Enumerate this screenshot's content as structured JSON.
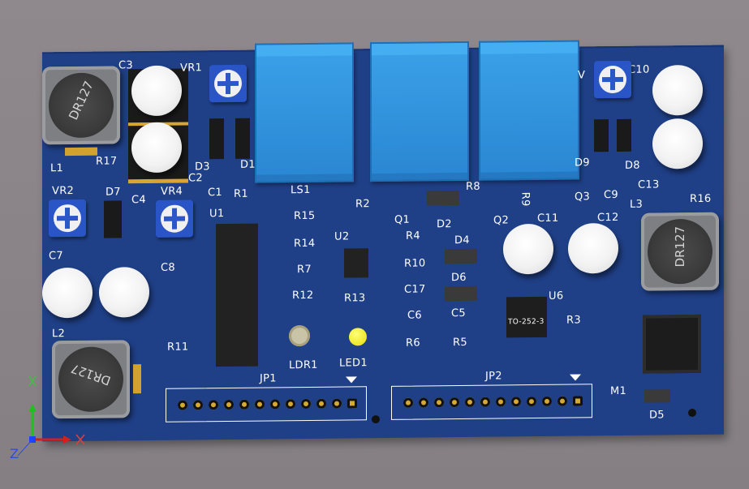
{
  "board": {
    "designators": {
      "C3": "C3",
      "VR1": "VR1",
      "L1": "L1",
      "R17": "R17",
      "D3": "D3",
      "D1": "D1",
      "C2": "C2",
      "C1": "C1",
      "R1": "R1",
      "VR2": "VR2",
      "D7": "D7",
      "C4": "C4",
      "VR4": "VR4",
      "U1": "U1",
      "C7": "C7",
      "C8": "C8",
      "L2": "L2",
      "R11": "R11",
      "LS1": "LS1",
      "R15": "R15",
      "R14": "R14",
      "R7": "R7",
      "R12": "R12",
      "U2": "U2",
      "R13": "R13",
      "LDR1": "LDR1",
      "LED1": "LED1",
      "R2": "R2",
      "Q1": "Q1",
      "D2": "D2",
      "R8": "R8",
      "R4": "R4",
      "R10": "R10",
      "C17": "C17",
      "C6": "C6",
      "R6": "R6",
      "D4": "D4",
      "D6": "D6",
      "C5": "C5",
      "R5": "R5",
      "Q2": "Q2",
      "C11": "C11",
      "C12": "C12",
      "R9": "R9",
      "Q3": "Q3",
      "C9": "C9",
      "D9": "D9",
      "D8": "D8",
      "C10": "C10",
      "C13": "C13",
      "R16": "R16",
      "L3": "L3",
      "U6": "U6",
      "R3": "R3",
      "M1": "M1",
      "D5": "D5",
      "JP1": "JP1",
      "JP2": "JP2",
      "V": "V"
    },
    "inductor_marking": "DR127",
    "package_label": "TO-252-3",
    "colors": {
      "board": "#1f3f86",
      "relay": "#2a86d2",
      "pad": "#d9ac36",
      "silkscreen": "#ffffff"
    }
  },
  "axes": {
    "x": "X",
    "y": "Y",
    "z": "Z"
  }
}
